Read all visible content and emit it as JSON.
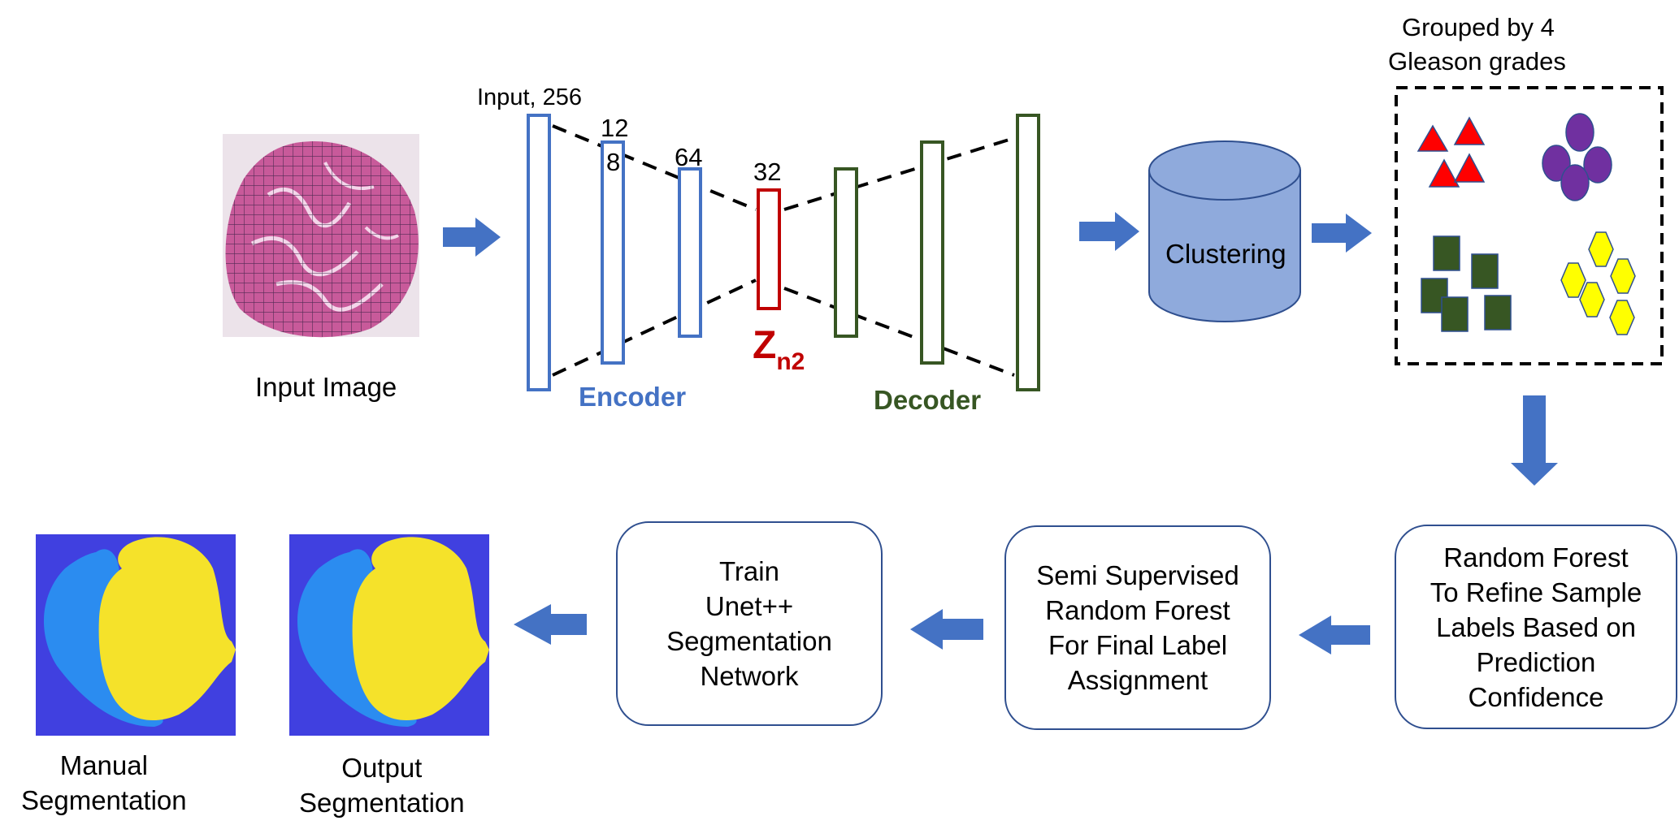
{
  "input_image": {
    "label": "Input Image"
  },
  "autoencoder": {
    "input_label": "Input, 256",
    "layer_128_top": "12",
    "layer_128_bottom": "8",
    "layer_64": "64",
    "layer_32": "32",
    "latent_symbol": "Z",
    "latent_subscript": "n2",
    "encoder_label": "Encoder",
    "decoder_label": "Decoder",
    "colors": {
      "encoder": "#4472c4",
      "latent": "#c00000",
      "decoder": "#375623"
    }
  },
  "clustering": {
    "label": "Clustering",
    "color": "#8faadc"
  },
  "groups": {
    "title_line1": "Grouped by 4",
    "title_line2": "Gleason grades",
    "shapes": [
      "red-triangles",
      "purple-circles",
      "green-squares",
      "yellow-hexagons"
    ],
    "colors": {
      "red": "#ff0000",
      "purple": "#7030a0",
      "green": "#375623",
      "yellow": "#ffff00"
    }
  },
  "steps": {
    "random_forest": "Random Forest\nTo Refine Sample\nLabels  Based on\nPrediction\nConfidence",
    "semi_supervised": "Semi Supervised\nRandom Forest\nFor Final Label\nAssignment",
    "train_unet": "Train\nUnet++\nSegmentation\nNetwork"
  },
  "outputs": {
    "output_label_line1": "Output",
    "output_label_line2": "Segmentation",
    "manual_label_line1": "Manual",
    "manual_label_line2": "Segmentation",
    "colors": {
      "background": "#4040e0",
      "region_a": "#2b8cf0",
      "region_b": "#f5e22a"
    }
  },
  "arrow_color": "#4472c4"
}
